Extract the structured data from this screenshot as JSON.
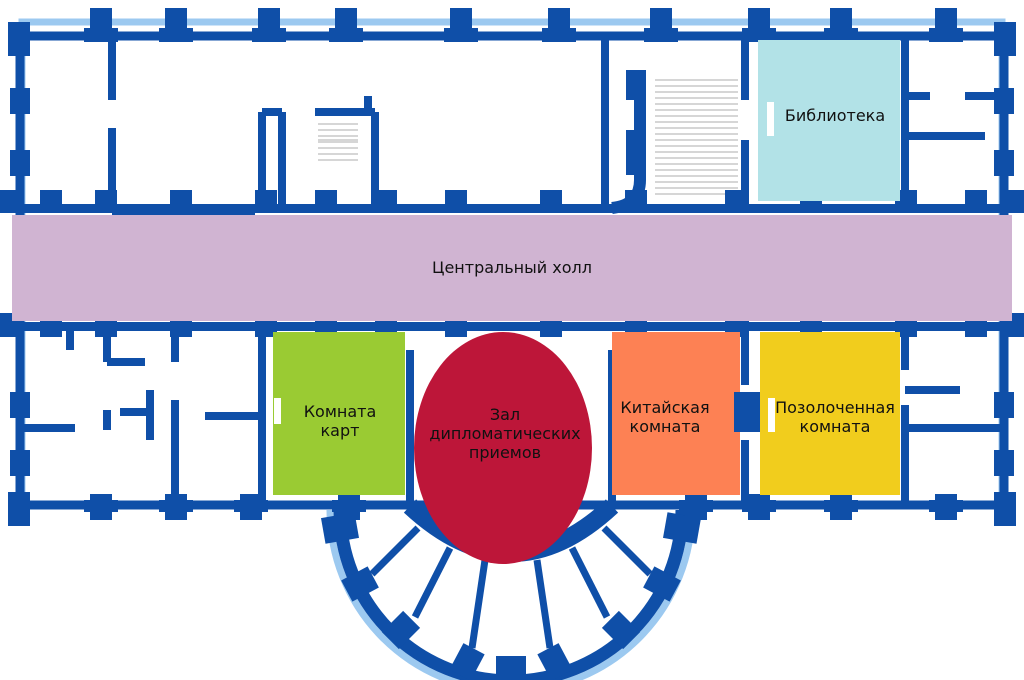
{
  "colors": {
    "wall": "#0f4fa8",
    "window": "#9cc9f0",
    "hall": "#d0b4d2",
    "library": "#b2e2e7",
    "map_room": "#9acb33",
    "diplomatic": "#bd1639",
    "china": "#fd8154",
    "vermeil": "#f1cd1d",
    "stairs": "#c8c8c8"
  },
  "rooms": {
    "library": {
      "label": "Библиотека"
    },
    "center_hall": {
      "label": "Центральный холл"
    },
    "map_room": {
      "label": "Комната\nкарт"
    },
    "diplomatic": {
      "label": "Зал\nдипломатических\nприемов"
    },
    "china_room": {
      "label": "Китайская\nкомната"
    },
    "vermeil_room": {
      "label": "Позолоченная\nкомната"
    }
  }
}
